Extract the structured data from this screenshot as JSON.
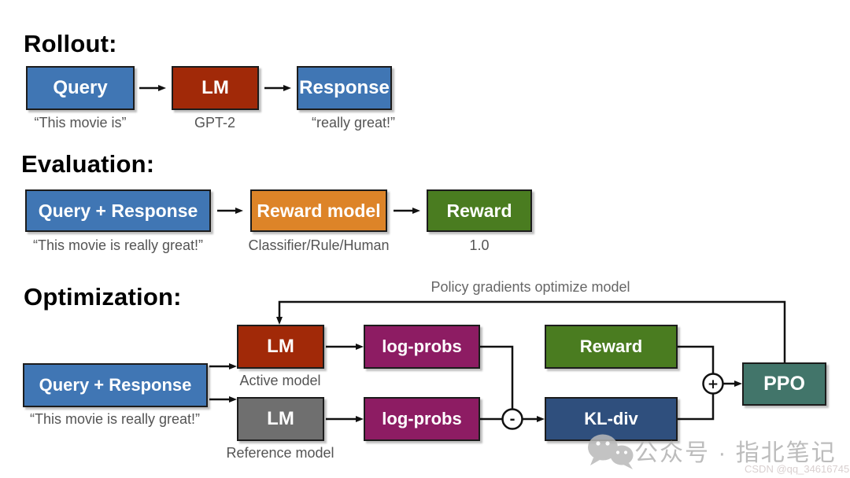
{
  "sections": {
    "rollout": {
      "title": "Rollout:",
      "boxes": [
        {
          "label": "Query",
          "caption": "“This movie is”",
          "color": "#4076b4"
        },
        {
          "label": "LM",
          "caption": "GPT-2",
          "color": "#a12908"
        },
        {
          "label": "Response",
          "caption": "“really great!”",
          "color": "#4076b4"
        }
      ]
    },
    "evaluation": {
      "title": "Evaluation:",
      "boxes": [
        {
          "label": "Query + Response",
          "caption": "“This movie is really great!”",
          "color": "#4076b4"
        },
        {
          "label": "Reward model",
          "caption": "Classifier/Rule/Human",
          "color": "#dd8428"
        },
        {
          "label": "Reward",
          "caption": "1.0",
          "color": "#4a7c20"
        }
      ]
    },
    "optimization": {
      "title": "Optimization:",
      "feedback_label": "Policy gradients optimize model",
      "boxes": {
        "query_response": {
          "label": "Query + Response",
          "caption": "“This movie is really great!”",
          "color": "#4076b4"
        },
        "lm_active": {
          "label": "LM",
          "caption": "Active model",
          "color": "#a12908"
        },
        "lm_reference": {
          "label": "LM",
          "caption": "Reference model",
          "color": "#6f6f6f"
        },
        "logprobs_active": {
          "label": "log-probs",
          "color": "#8d1c63"
        },
        "logprobs_reference": {
          "label": "log-probs",
          "color": "#8d1c63"
        },
        "reward": {
          "label": "Reward",
          "color": "#4a7c20"
        },
        "kl_div": {
          "label": "KL-div",
          "color": "#2f4f7d"
        },
        "ppo": {
          "label": "PPO",
          "color": "#42756a"
        }
      },
      "operators": {
        "minus": "-",
        "plus": "+"
      }
    }
  },
  "watermark": {
    "wechat_text": "公众号 · 指北笔记",
    "csdn_text": "CSDN @qq_34616745"
  },
  "colors": {
    "blue": "#4076b4",
    "dark_red": "#a12908",
    "orange": "#dd8428",
    "green": "#4a7c20",
    "purple": "#8d1c63",
    "gray": "#6f6f6f",
    "navy": "#2f4f7d",
    "teal": "#42756a",
    "arrow": "#111111",
    "caption_gray": "#545454",
    "watermark_gray": "#b5b5b5"
  }
}
